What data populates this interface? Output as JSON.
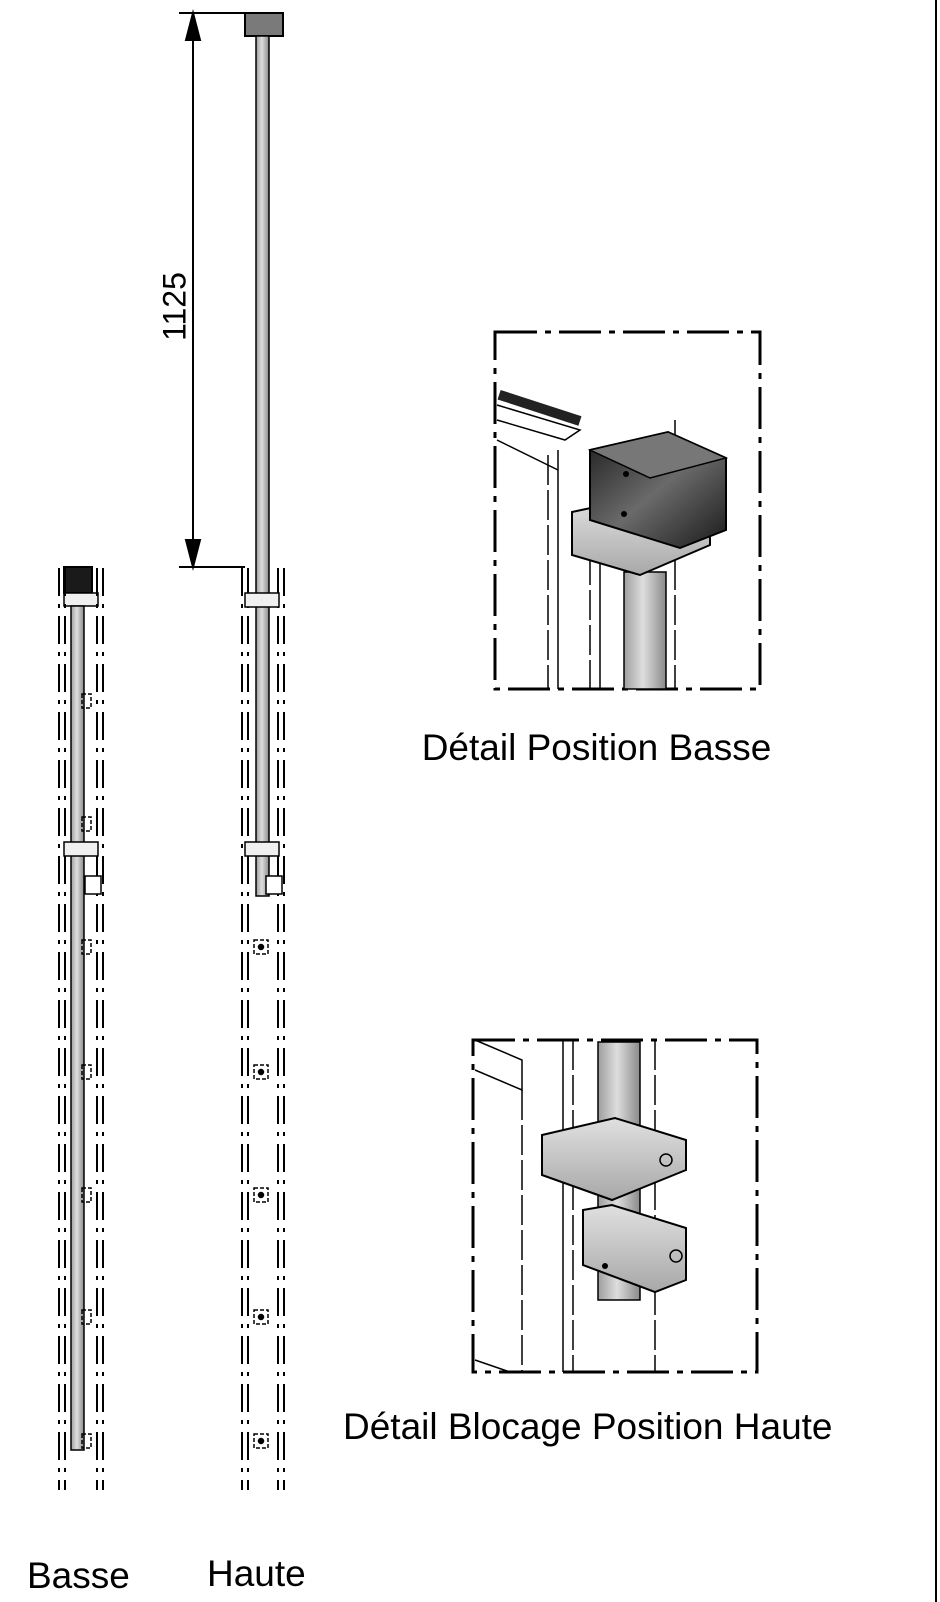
{
  "dimension": {
    "value": "1125"
  },
  "details": {
    "basse": {
      "caption": "Détail Position Basse"
    },
    "haute": {
      "caption": "Détail Blocage Position Haute"
    }
  },
  "views": {
    "basse": {
      "label": "Basse"
    },
    "haute": {
      "label": "Haute"
    }
  },
  "colors": {
    "line": "#000000",
    "tube": "#c8c8c8",
    "tube_edge": "#888888",
    "cap": "#333333",
    "clamp": "#e8e8e8",
    "block": "#bdbdbd"
  }
}
